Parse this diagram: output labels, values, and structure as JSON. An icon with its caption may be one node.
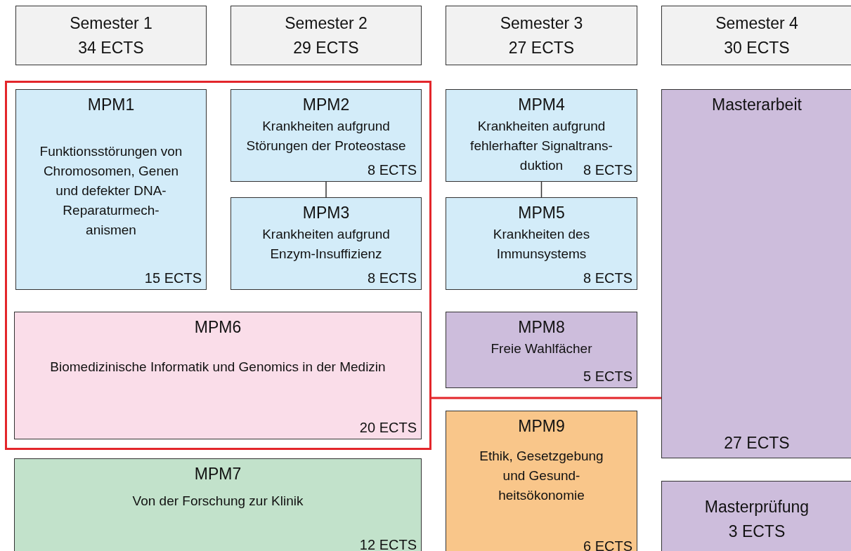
{
  "diagram": {
    "nodes": [
      {
        "text": [
          "Semester 1",
          "34 ECTS"
        ]
      },
      {
        "text": [
          "Semester 2",
          "29 ECTS"
        ]
      },
      {
        "text": [
          "Semester 3",
          "27 ECTS"
        ]
      },
      {
        "text": [
          "Semester 4",
          "30 ECTS"
        ]
      },
      {
        "text": [],
        "shape": "box"
      },
      {
        "text": [
          "MPM1",
          "Funktionsstörungen von Chromosomen, Genen und defekter DNA-Reparaturmech- anismen",
          "15 ECTS"
        ],
        "in": 4
      },
      {
        "text": [
          "MPM2",
          "Krankheiten aufgrund Störungen der Proteostase",
          "8 ECTS"
        ],
        "in": 4
      },
      {
        "text": [
          "MPM3",
          "Krankheiten aufgrund Enzym-Insuffizienz",
          "8 ECTS"
        ],
        "in": 4
      },
      {
        "text": [
          "MPM6",
          "Biomedizinische Informatik und Genomics in der Medizin",
          "20 ECTS"
        ],
        "in": 4
      },
      {
        "text": [
          "MPM4",
          "Krankheiten aufgrund fehlerhafter Signaltrans- duktion",
          "8 ECTS"
        ]
      },
      {
        "text": [
          "MPM5",
          "Krankheiten des Immunsystems",
          "8 ECTS"
        ]
      },
      {
        "text": [
          "MPM8",
          "Freie Wahlfächer",
          "5 ECTS"
        ]
      },
      {
        "text": [
          "MPM9",
          "Ethik, Gesetzgebung und Gesund- heitsökonomie",
          "6 ECTS"
        ]
      },
      {
        "text": [
          "Masterarbeit",
          "27 ECTS"
        ]
      },
      {
        "text": [
          "MPM7",
          "Von der Forschung zur Klinik",
          "12 ECTS"
        ]
      },
      {
        "text": [
          "Masterprüfung",
          "3 ECTS"
        ]
      }
    ],
    "edges": [
      {
        "from": 6,
        "to": 7,
        "arrow": "none"
      },
      {
        "from": 9,
        "to": 10,
        "arrow": "none"
      },
      {
        "from": 4,
        "to": 13,
        "arrow": "none",
        "color": "#e3262b"
      }
    ]
  }
}
